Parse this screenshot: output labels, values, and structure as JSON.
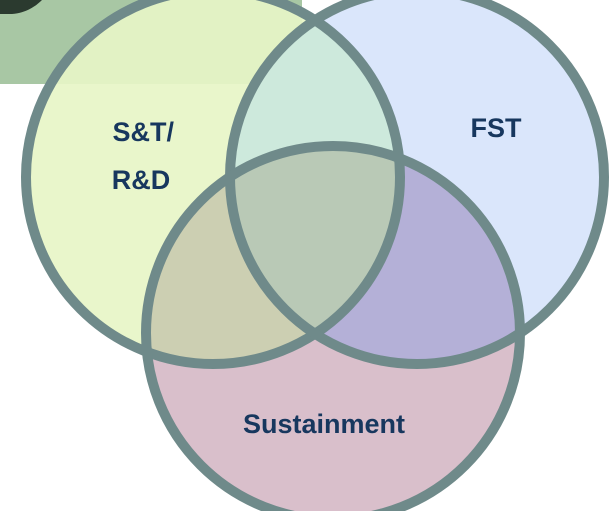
{
  "diagram": {
    "type": "venn",
    "sets": [
      {
        "id": "st-rd",
        "label_lines": [
          "S&T/",
          "R&D"
        ],
        "fill": "#e7f5c7",
        "stroke": "#6f8a8a"
      },
      {
        "id": "fst",
        "label_lines": [
          "FST"
        ],
        "fill": "#d8e5fb",
        "stroke": "#6f8a8a"
      },
      {
        "id": "sustainment",
        "label_lines": [
          "Sustainment"
        ],
        "fill": "#d7bcc8",
        "stroke": "#6f8a8a"
      }
    ],
    "overlap_colors": {
      "st-rd_fst": "#cde9dc",
      "st-rd_sustainment": "#cccfb2",
      "fst_sustainment": "#b4b0d7",
      "all": "#b9c9b6"
    },
    "background_photo": {
      "present": true,
      "tint": "#a8c7a4"
    }
  }
}
